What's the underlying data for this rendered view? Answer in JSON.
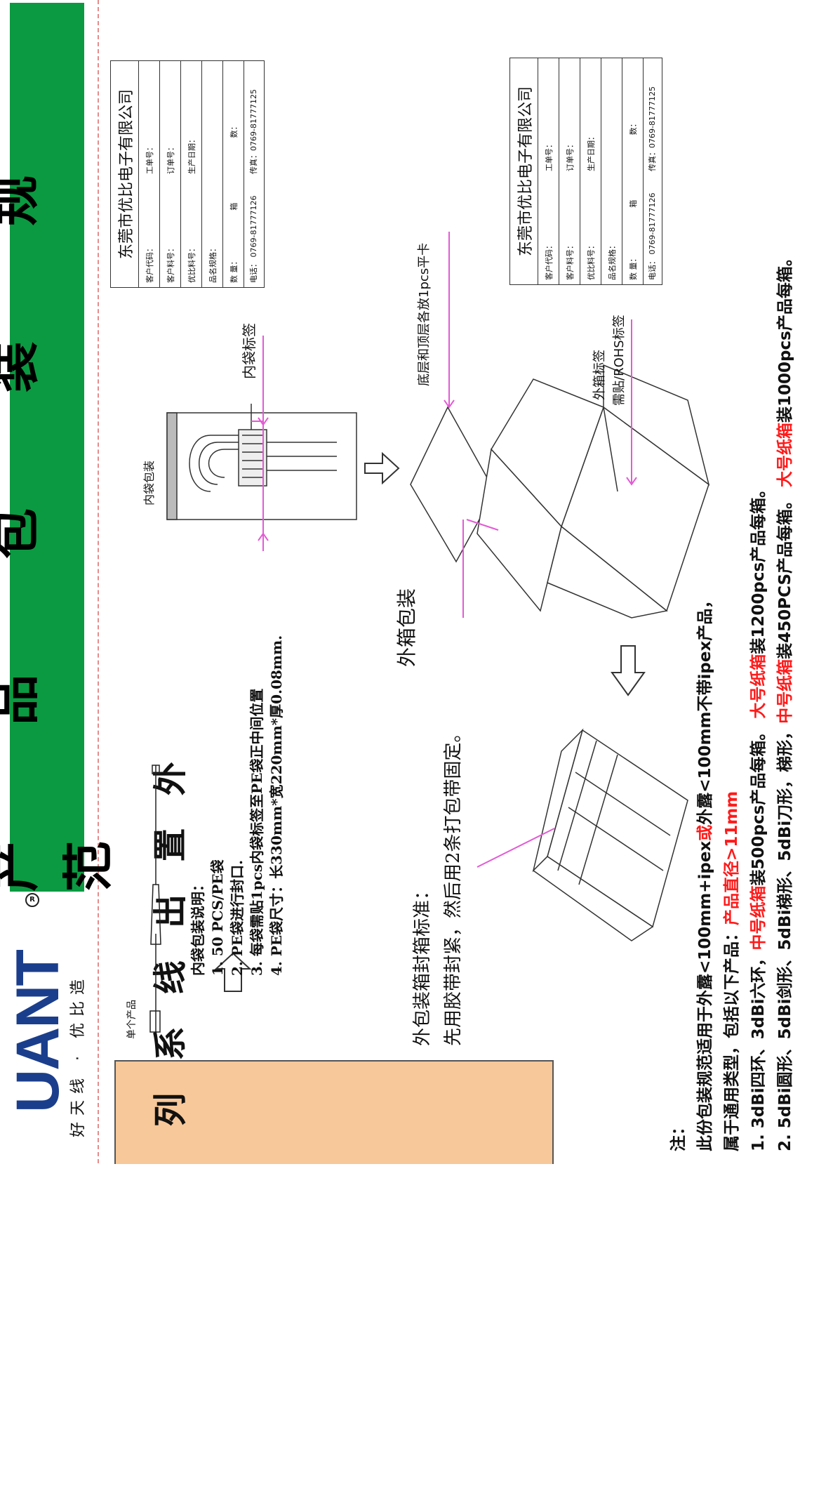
{
  "header": {
    "title": "产 品 包 装 规 范",
    "logo_text": "UANT",
    "logo_reg": "R",
    "slogan": "好天线 · 优比造",
    "series": [
      "外",
      "置",
      "出",
      "线",
      "系",
      "列"
    ]
  },
  "labels": {
    "single_product": "单个产品",
    "inner_bag_pack": "内袋包装",
    "inner_bag_label": "内袋标签",
    "flat_card": "底层和顶层各放1pcs平卡",
    "outer_box_label": "外箱标签",
    "rohs_label": "需贴/ROHS标签",
    "outer_box_pack": "外箱包装"
  },
  "inner_instructions": {
    "title": "内袋包装说明：",
    "items": [
      "1.  50 PCS/PE袋",
      "2.  PE袋进行封口.",
      "3.  每袋需贴1pcs内袋标签至PE袋正中间位置",
      "4.  PE袋尺寸：长330mm*宽220mm*厚0.08mm."
    ]
  },
  "seal_standard": {
    "title": "外包装箱封箱标准：",
    "text": "先用胶带封紧，然后用2条打包带固定。"
  },
  "company_label": {
    "company": "东莞市优比电子有限公司",
    "rows": [
      [
        "客户代码：",
        "工单号："
      ],
      [
        "客户料号：",
        "订单号："
      ],
      [
        "优比料号：",
        "生产日期："
      ],
      [
        "品名规格：",
        ""
      ],
      [
        "数      量：",
        "箱",
        "数："
      ],
      [
        "电话： 0769-81777126",
        "传真：0769-81777125"
      ]
    ]
  },
  "notes": {
    "title": "注：",
    "line1_a": "此份包装规范适用于外露<100mm+ipex",
    "line1_or": "或",
    "line1_b": "外露<100mm不带ipex产品，",
    "line2_a": "属于通用类型，包括以下产品：",
    "line2_red": "产品直径>11mm",
    "line3_a": "1. 3dBi四环、3dBi六环，",
    "line3_red1": "中号纸箱",
    "line3_b": "装500pcs产品每箱。",
    "line3_red2": "大号纸箱",
    "line3_c": "装1200pcs产品每箱。",
    "line4_a": "2. 5dBi圆形、5dBi剑形、5dBi梯形、5dBi刀形，梯形，",
    "line4_red1": "中号纸箱",
    "line4_b": "装450PCS产品每箱。",
    "line4_red2": "大号纸箱",
    "line4_c": "装1000pcs产品每箱。"
  },
  "colors": {
    "banner": "#0b9a41",
    "series_box": "#f7c89a",
    "logo": "#1b3e8c",
    "arrow": "#e35bd5",
    "emphasis": "#ff1a1a"
  }
}
